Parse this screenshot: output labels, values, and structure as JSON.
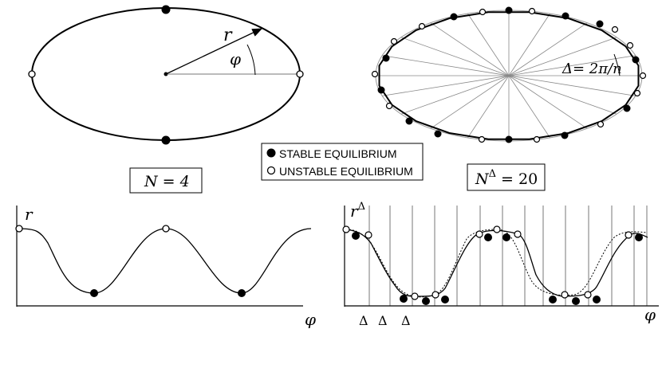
{
  "labels": {
    "r_vector": "r",
    "phi_angle": "φ",
    "delta_eq": "Δ= 2π/n",
    "n4_box": "N = 4",
    "n20_box": "N",
    "n20_sup": "Δ",
    "n20_rest": " = 20",
    "r_axis_left": "r",
    "phi_axis_left": "φ",
    "r_axis_right": "r",
    "r_axis_right_sup": "Δ",
    "phi_axis_right": "φ",
    "delta_tick_1": "Δ",
    "delta_tick_2": "Δ",
    "delta_tick_3": "Δ"
  },
  "legend": {
    "stable": "STABLE EQUILIBRIUM",
    "unstable": "UNSTABLE EQUILIBRIUM"
  },
  "colors": {
    "stroke": "#000000",
    "thin": "#888888",
    "background": "#ffffff"
  }
}
